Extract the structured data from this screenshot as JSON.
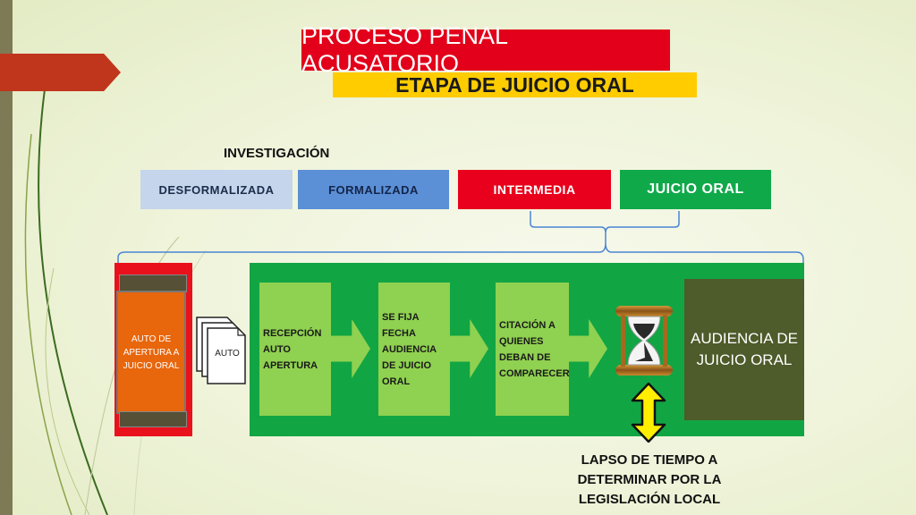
{
  "header": {
    "title": "PROCESO PENAL ACUSATORIO",
    "subtitle": "ETAPA DE JUICIO ORAL"
  },
  "investigation_label": "INVESTIGACIÓN",
  "stages": [
    {
      "label": "DESFORMALIZADA"
    },
    {
      "label": "FORMALIZADA"
    },
    {
      "label": "INTERMEDIA"
    },
    {
      "label": "JUICIO ORAL"
    }
  ],
  "auto_box": {
    "label": "AUTO DE APERTURA A JUICIO ORAL"
  },
  "document_label": "AUTO",
  "steps": [
    {
      "label": "RECEPCIÓN AUTO APERTURA"
    },
    {
      "label": "SE FIJA FECHA AUDIENCIA DE JUICIO ORAL"
    },
    {
      "label": "CITACIÓN A QUIENES DEBAN DE COMPARECER"
    }
  ],
  "audiencia": {
    "label": "AUDIENCIA DE JUICIO ORAL"
  },
  "lapso": {
    "label": "LAPSO DE TIEMPO A DETERMINAR POR LA LEGISLACIÓN LOCAL"
  },
  "colors": {
    "title_red": "#e2001a",
    "subtitle_yellow": "#ffcc00",
    "desformalizada": "#c5d5ec",
    "formalizada": "#5b8fd6",
    "intermedia": "#e8001c",
    "juicio_oral": "#0fa94a",
    "main_green": "#12a544",
    "step_green": "#8fd150",
    "audiencia_olive": "#4e5b2a",
    "auto_orange": "#e8660c"
  }
}
